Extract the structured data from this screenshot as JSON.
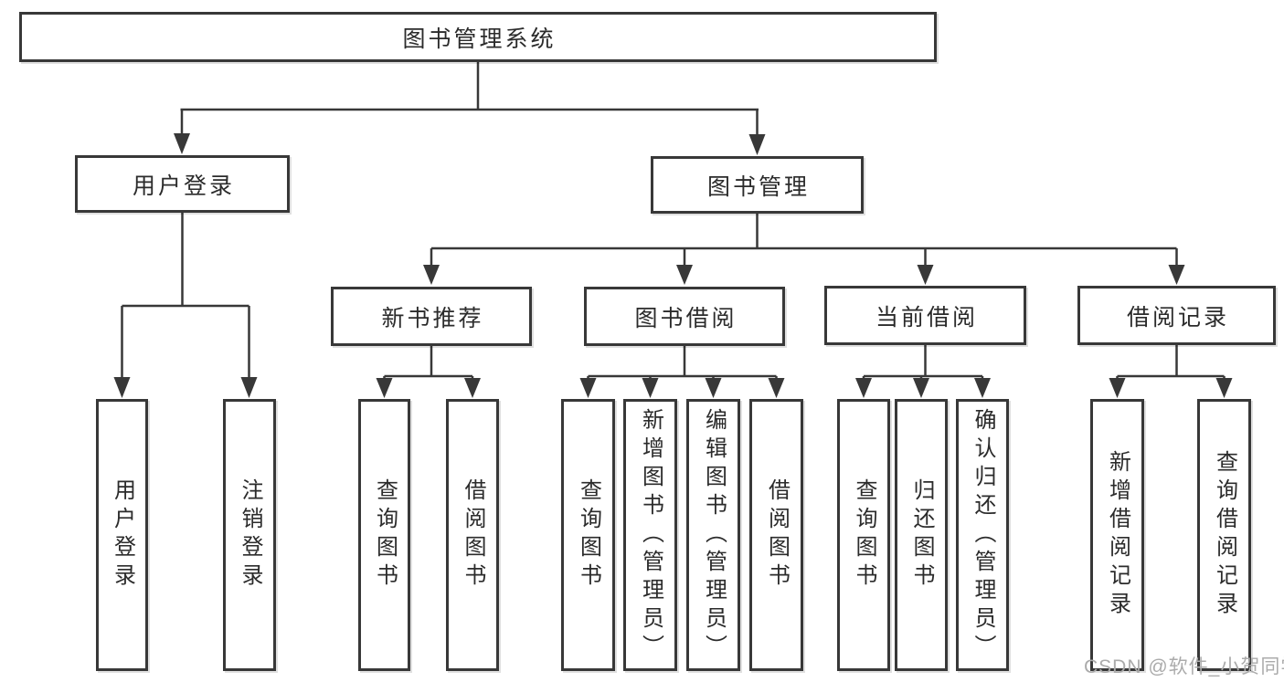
{
  "diagram": {
    "root": {
      "label": "图书管理系统"
    },
    "level1": {
      "user_login": {
        "label": "用户登录"
      },
      "book_management": {
        "label": "图书管理"
      }
    },
    "level2": {
      "new_book_recommendation": {
        "label": "新书推荐"
      },
      "book_borrowing": {
        "label": "图书借阅"
      },
      "current_borrowing": {
        "label": "当前借阅"
      },
      "borrowing_records": {
        "label": "借阅记录"
      }
    },
    "level3": {
      "user_login": {
        "label": "用户登录"
      },
      "logout": {
        "label": "注销登录"
      },
      "recommend_query_books": {
        "label": "查询图书"
      },
      "recommend_borrow_books": {
        "label": "借阅图书"
      },
      "borrow_query_books": {
        "label": "查询图书"
      },
      "borrow_add_books": {
        "label": "新增图书（管理员）"
      },
      "borrow_edit_books": {
        "label": "编辑图书（管理员）"
      },
      "borrow_borrow_books": {
        "label": "借阅图书"
      },
      "current_query_books": {
        "label": "查询图书"
      },
      "current_return_books": {
        "label": "归还图书"
      },
      "current_confirm_return": {
        "label": "确认归还（管理员）"
      },
      "records_add_record": {
        "label": "新增借阅记录"
      },
      "records_query_record": {
        "label": "查询借阅记录"
      }
    },
    "colors": {
      "line": "#383838",
      "text": "#2b2b2b",
      "background": "#ffffff",
      "watermark": "#ababab"
    }
  },
  "watermark": {
    "text": "CSDN @软件_小贺同学"
  }
}
